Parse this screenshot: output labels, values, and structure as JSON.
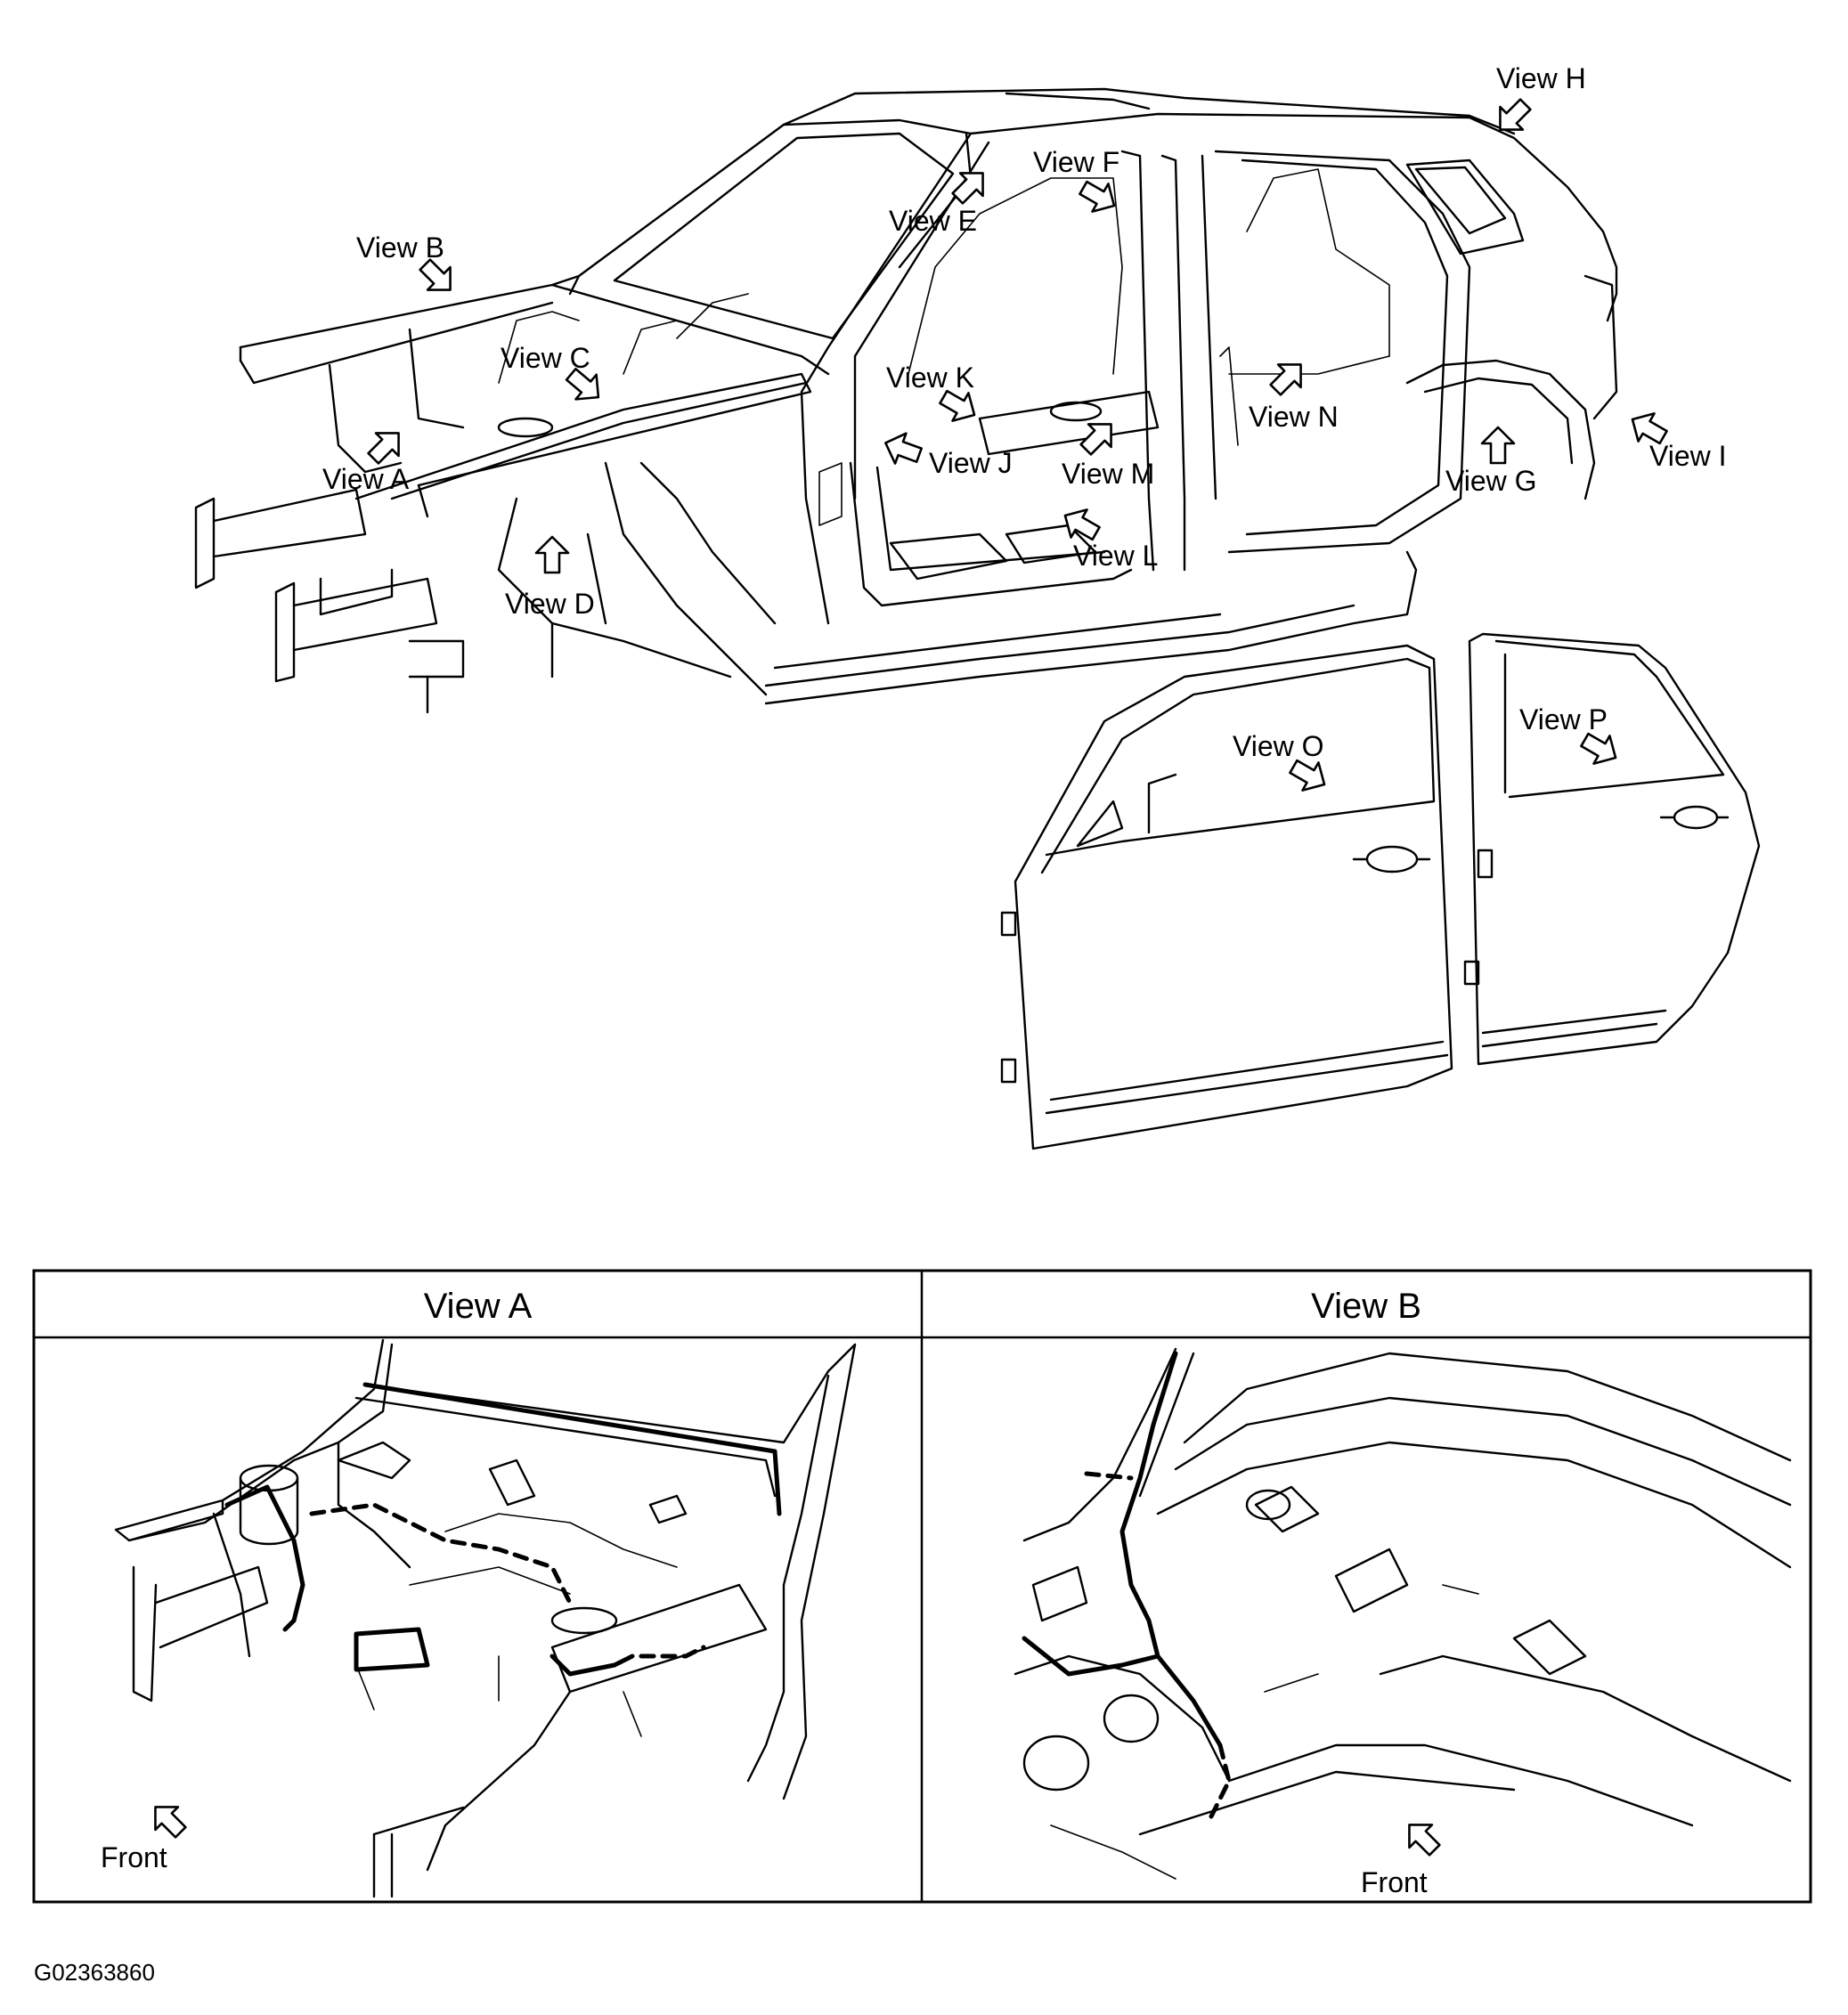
{
  "figure_code": "G02363860",
  "overview_labels": [
    {
      "key": "A",
      "text": "View A"
    },
    {
      "key": "B",
      "text": "View B"
    },
    {
      "key": "C",
      "text": "View C"
    },
    {
      "key": "D",
      "text": "View D"
    },
    {
      "key": "E",
      "text": "View E"
    },
    {
      "key": "F",
      "text": "View F"
    },
    {
      "key": "G",
      "text": "View G"
    },
    {
      "key": "H",
      "text": "View H"
    },
    {
      "key": "I",
      "text": "View I"
    },
    {
      "key": "J",
      "text": "View J"
    },
    {
      "key": "K",
      "text": "View K"
    },
    {
      "key": "L",
      "text": "View L"
    },
    {
      "key": "M",
      "text": "View M"
    },
    {
      "key": "N",
      "text": "View N"
    },
    {
      "key": "O",
      "text": "View O"
    },
    {
      "key": "P",
      "text": "View P"
    }
  ],
  "detail_panels": [
    {
      "title": "View A",
      "front_label": "Front"
    },
    {
      "title": "View B",
      "front_label": "Front"
    }
  ]
}
